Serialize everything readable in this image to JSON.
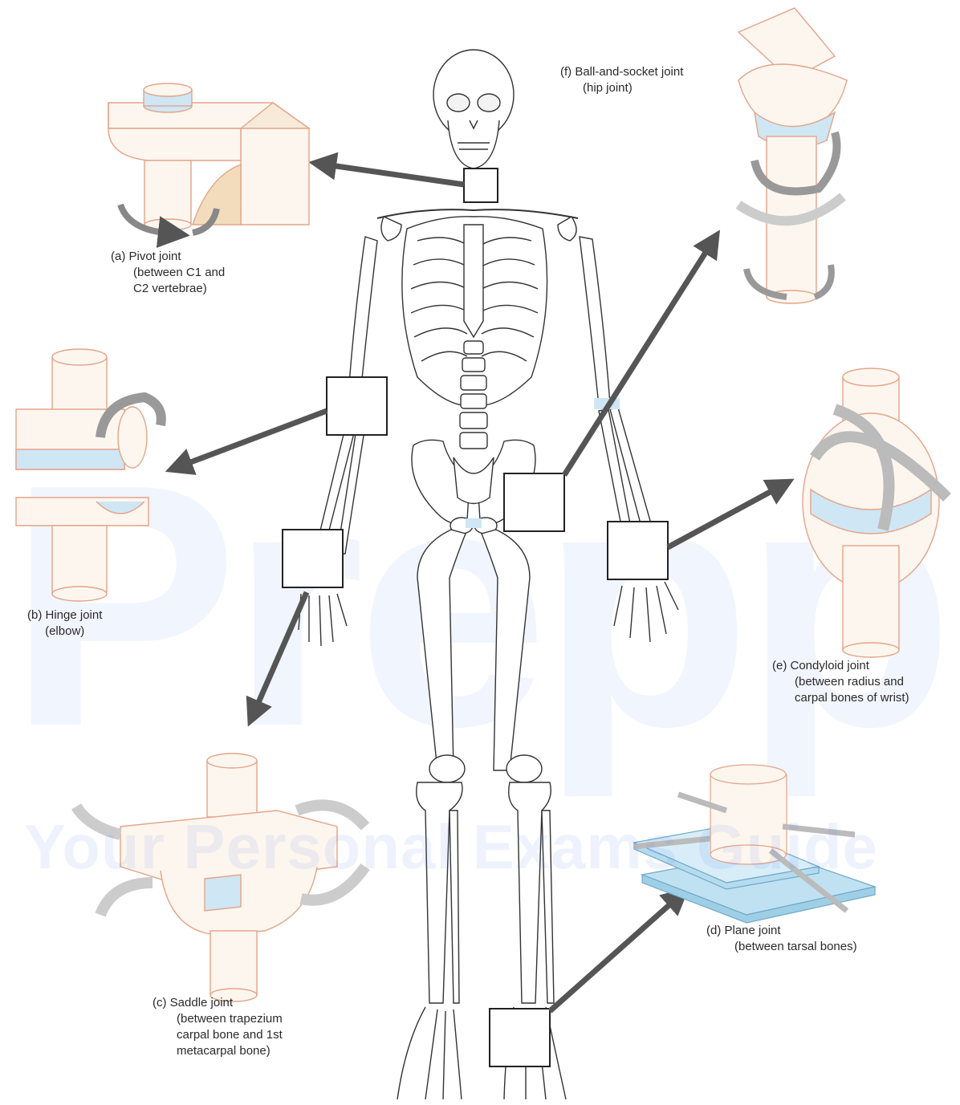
{
  "watermark": {
    "logo": "Prepp",
    "tagline": "Your Personal Exams Guide"
  },
  "joints": {
    "pivot": {
      "title": "(a) Pivot joint",
      "line2": "(between C1 and",
      "line3": "C2 vertebrae)"
    },
    "hinge": {
      "title": "(b) Hinge joint",
      "line2": "(elbow)"
    },
    "saddle": {
      "title": "(c) Saddle joint",
      "line2": "(between trapezium",
      "line3": "carpal bone and 1st",
      "line4": "metacarpal bone)"
    },
    "plane": {
      "title": "(d) Plane joint",
      "line2": "(between tarsal bones)"
    },
    "condyloid": {
      "title": "(e) Condyloid joint",
      "line2": "(between radius and",
      "line3": "carpal bones of wrist)"
    },
    "ball": {
      "title": "(f) Ball-and-socket joint",
      "line2": "(hip joint)"
    }
  },
  "colors": {
    "bone_outline": "#333333",
    "model_outline": "#e3a489",
    "model_fill": "#fdf6ee",
    "joint_blue": "#cfe6f4",
    "arrow": "#555555",
    "motion_arrow": "#dcdcdc"
  }
}
